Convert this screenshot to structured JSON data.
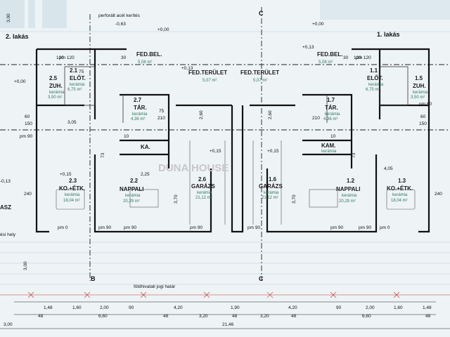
{
  "apartments": {
    "left": "2. lakás",
    "right": "1. lakás"
  },
  "section_marks": [
    "B",
    "C"
  ],
  "elevations": [
    "+0,00",
    "+0,13",
    "+0,15",
    "-0,63",
    "+0,13",
    "-0,13",
    "+0,15",
    "+0,15"
  ],
  "notes": {
    "fence": "perforált acél kerítés",
    "border": "földhivatali jogi határ",
    "parking": "ési hely",
    "watermark": "DUNA HOUSE",
    "cut_room": "ASZ"
  },
  "rooms": [
    {
      "id": "2.5",
      "name": "ZUH.",
      "finish": "kerámia",
      "area": "3,50 m²"
    },
    {
      "id": "2.1",
      "name": "ELŐT.",
      "finish": "kerámia",
      "area": "6,75 m²"
    },
    {
      "id": "2.7",
      "name": "TÁR.",
      "finish": "kerámia",
      "area": "4,36 m²"
    },
    {
      "id": "",
      "name": "KA.",
      "finish": "",
      "area": ""
    },
    {
      "id": "2.3",
      "name": "KO.+ÉTK.",
      "finish": "kerámia",
      "area": "18,04 m²"
    },
    {
      "id": "2.2",
      "name": "NAPPALI",
      "finish": "kerámia",
      "area": "20,29 m²"
    },
    {
      "id": "2.6",
      "name": "GARÁZS",
      "finish": "kerámia",
      "area": "21,12 m²"
    },
    {
      "id": "1.6",
      "name": "GARÁZS",
      "finish": "kerámia",
      "area": "21,12 m²"
    },
    {
      "id": "1.2",
      "name": "NAPPALI",
      "finish": "kerámia",
      "area": "20,29 m²"
    },
    {
      "id": "1.3",
      "name": "KO.+ÉTK.",
      "finish": "kerámia",
      "area": "18,04 m²"
    },
    {
      "id": "1.7",
      "name": "TÁR.",
      "finish": "kerámia",
      "area": "4,36 m²"
    },
    {
      "id": "",
      "name": "KAM.",
      "finish": "kerámia",
      "area": ""
    },
    {
      "id": "1.1",
      "name": "ELŐT.",
      "finish": "kerámia",
      "area": "6,75 m²"
    },
    {
      "id": "1.5",
      "name": "ZUH.",
      "finish": "kerámia",
      "area": "3,50 m²"
    }
  ],
  "covered": [
    {
      "name": "FED.BEL.",
      "area": "5,08 m²"
    },
    {
      "name": "FED.TERÜLET",
      "area": "5,07 m²"
    },
    {
      "name": "FED.TERÜLET",
      "area": "5,07 m²"
    },
    {
      "name": "FED.BEL.",
      "area": "5,08 m²"
    }
  ],
  "dims_row1": [
    "1,48",
    "1,60",
    "2,00",
    "90",
    "4,20",
    "1,90",
    "4,20",
    "90",
    "2,00",
    "1,60",
    "1,48"
  ],
  "dims_row2": [
    "48",
    "6,60",
    "48",
    "3,20",
    "48",
    "3,20",
    "48",
    "6,60",
    "48"
  ],
  "dims_total": [
    "3,00",
    "21,46"
  ],
  "dims_misc": [
    "3,05",
    "2,25",
    "4,05",
    "3,70",
    "3,70",
    "2,60",
    "2,60",
    "240",
    "240",
    "150",
    "150",
    "120",
    "120",
    "75",
    "75",
    "210",
    "210",
    "60",
    "60",
    "30",
    "30",
    "10",
    "10",
    "73",
    "73",
    "3,00",
    "3,00"
  ],
  "openings": [
    "pm 0",
    "pm 90",
    "pm 90",
    "pm 90",
    "pm 90",
    "pm 90",
    "pm 90",
    "pm 0",
    "pm 120",
    "pm 120",
    "pm 90",
    "pm 60"
  ]
}
